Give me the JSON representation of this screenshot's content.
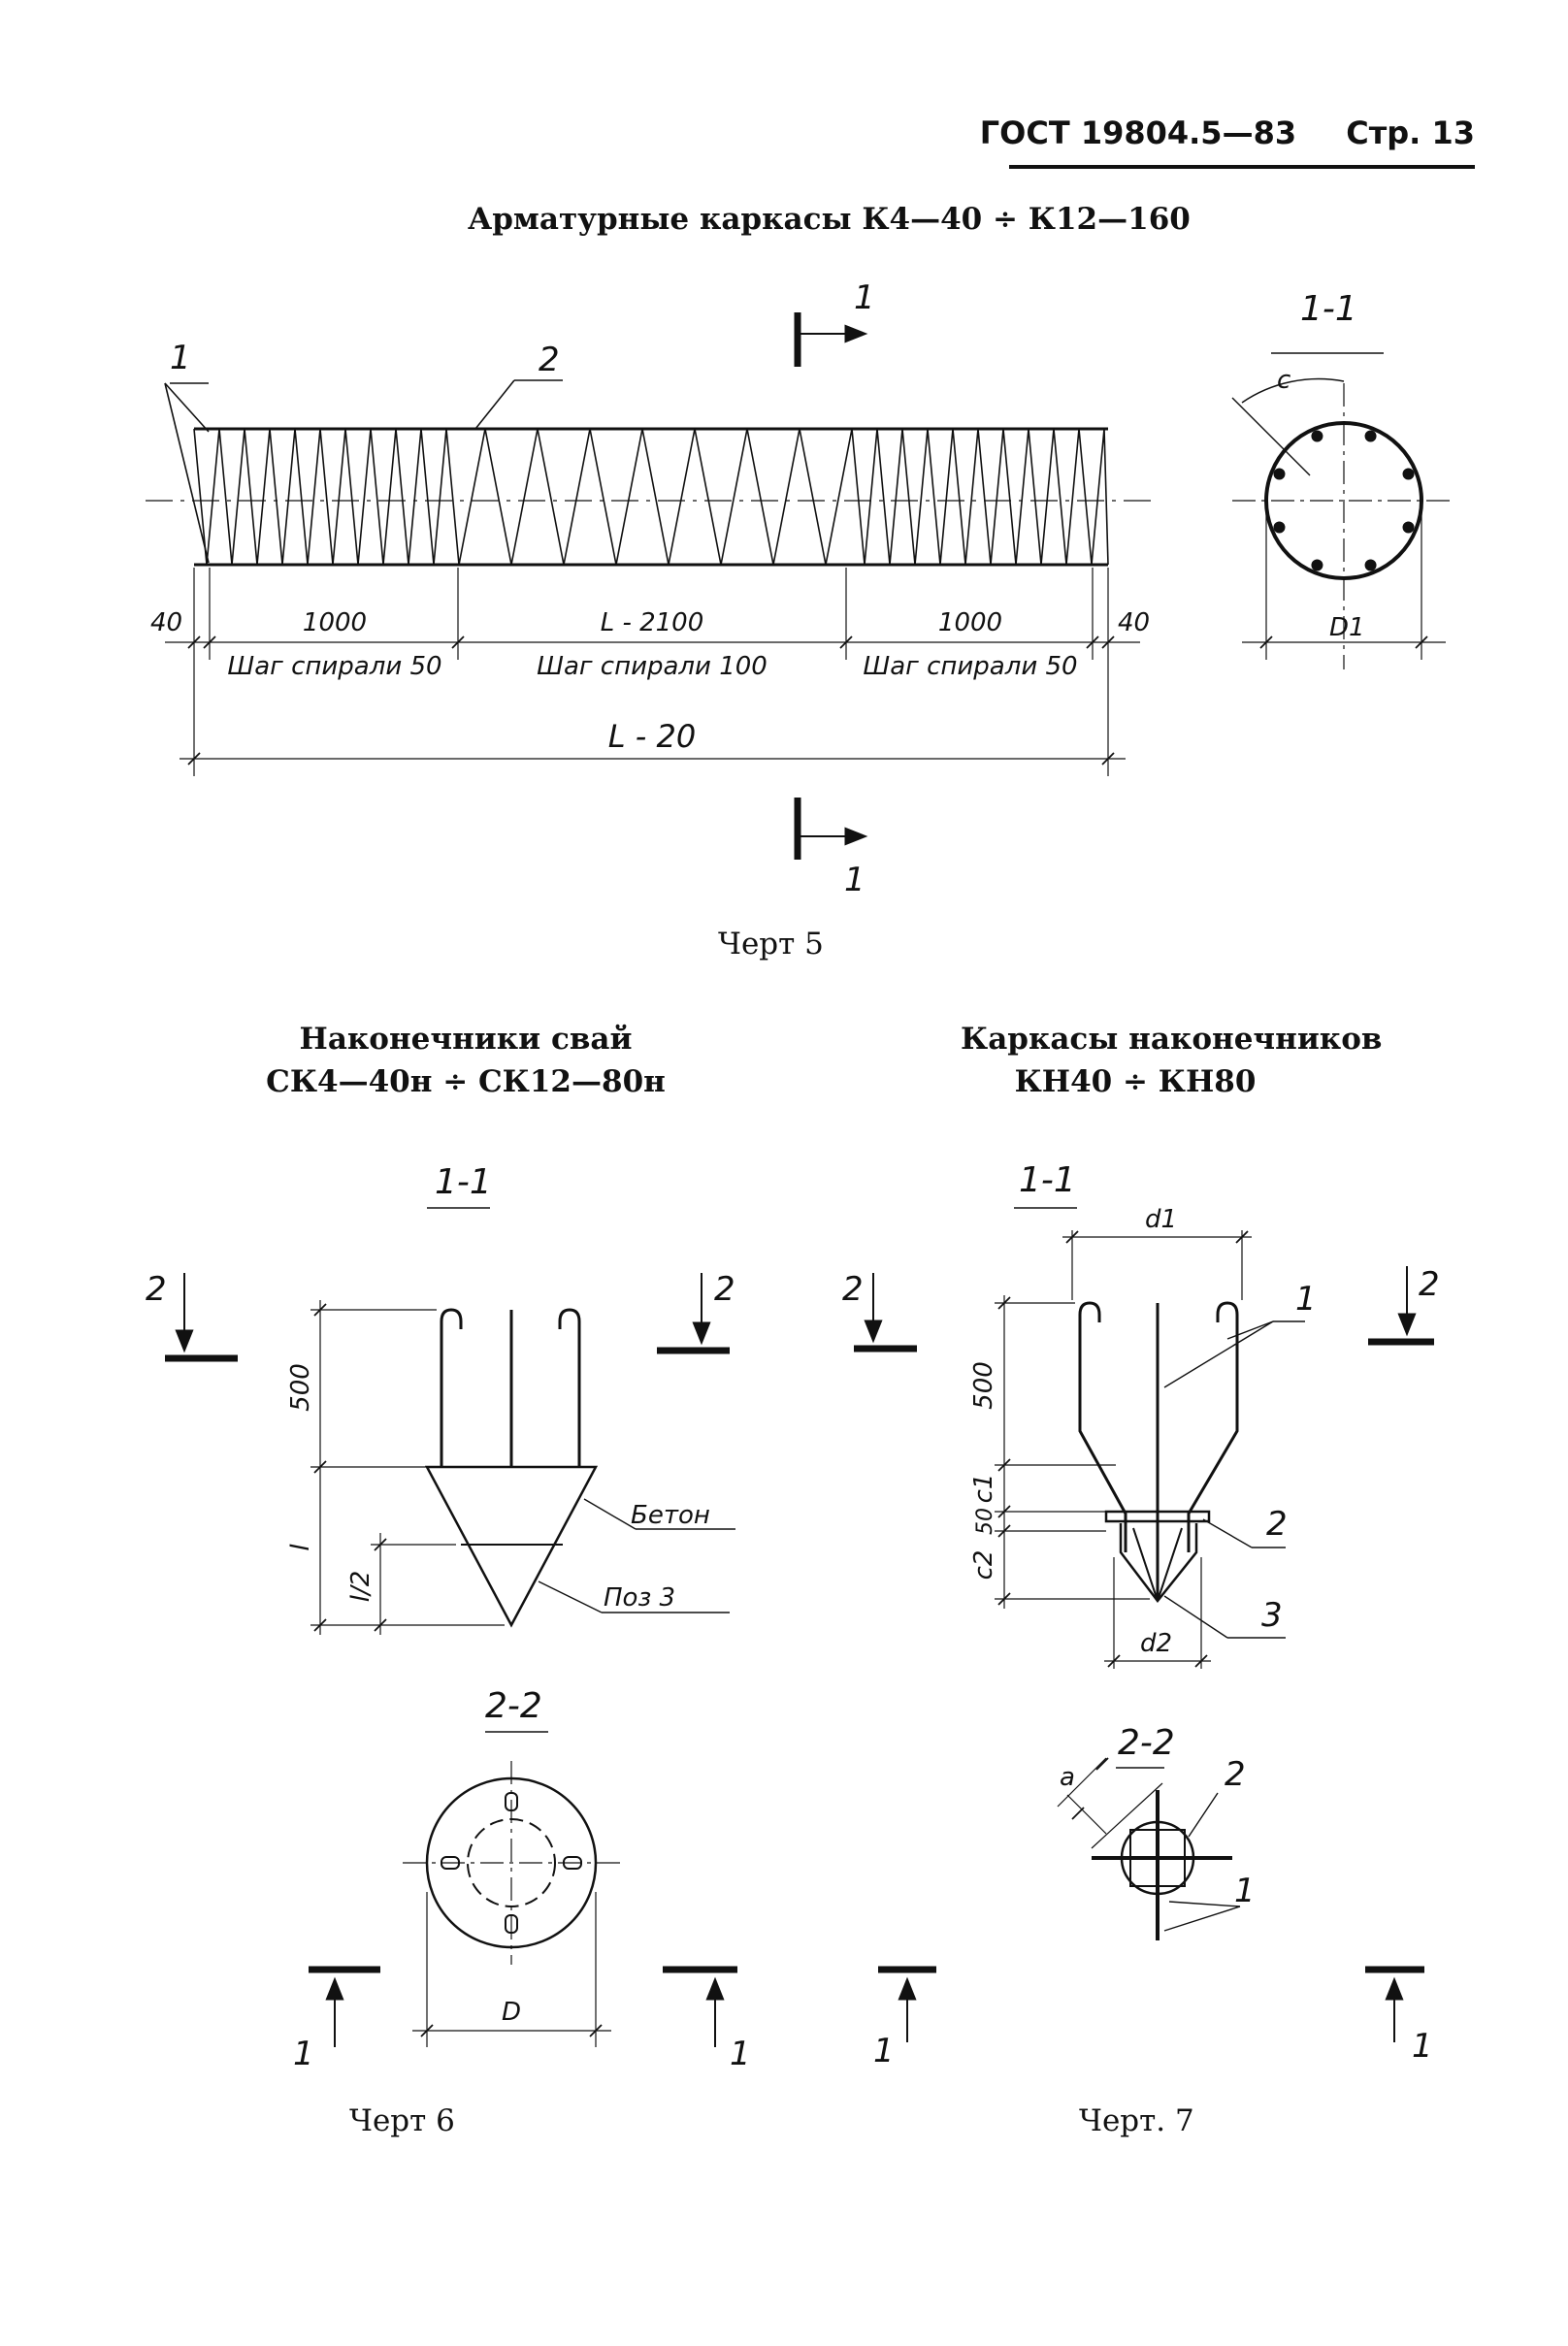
{
  "header": {
    "standard": "ГОСТ 19804.5—83",
    "page": "Стр. 13"
  },
  "drawing5": {
    "title": "Арматурные каркасы К4—40 ÷ К12—160",
    "caption": "Черт 5",
    "marks": {
      "end_bars": "1",
      "spiral": "2",
      "section_mark": "1"
    },
    "section_label": "1-1",
    "dims": {
      "end_left": "40",
      "end_right": "40",
      "zone_left": "1000",
      "zone_mid": "L - 2100",
      "zone_right": "1000",
      "pitch_left": "Шаг спирали 50",
      "pitch_mid": "Шаг спирали 100",
      "pitch_right": "Шаг спирали 50",
      "total": "L - 20",
      "section_c": "c",
      "section_d": "D1"
    }
  },
  "drawing6": {
    "title_line1": "Наконечники свай",
    "title_line2": "СК4—40н ÷ СК12—80н",
    "caption": "Черт 6",
    "section_top": "1-1",
    "section_bottom": "2-2",
    "dims": {
      "height": "500",
      "tip": "l",
      "half": "l/2",
      "diameter": "D"
    },
    "notes": {
      "concrete": "Бетон",
      "position": "Поз 3"
    },
    "marks": {
      "cut2": "2",
      "cut1": "1"
    }
  },
  "drawing7": {
    "title_line1": "Каркасы наконечников",
    "title_line2": "КН40 ÷ КН80",
    "caption": "Черт. 7",
    "section_top": "1-1",
    "section_bottom": "2-2",
    "dims": {
      "d1": "d1",
      "d2": "d2",
      "height": "500",
      "c1": "c1",
      "fifty": "50",
      "c2": "c2",
      "a": "a"
    },
    "marks": {
      "bars": "1",
      "ring": "2",
      "tip": "3",
      "cut2": "2",
      "cut1": "1"
    }
  }
}
